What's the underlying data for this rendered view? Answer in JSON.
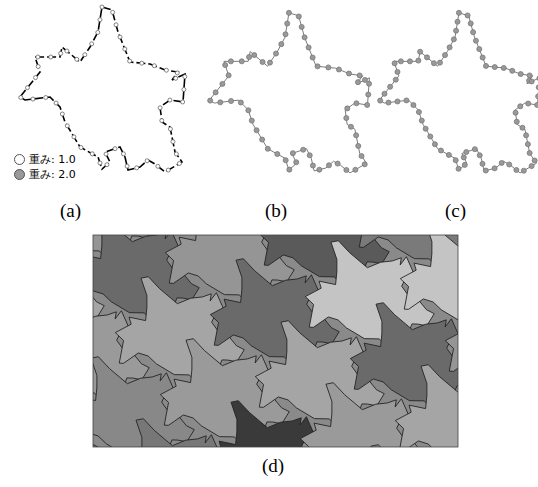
{
  "diagram": {
    "labels": [
      "(a)",
      "(b)",
      "(c)",
      "(d)"
    ],
    "legend": [
      {
        "text": "重み: 1.0",
        "color": "#ffffff"
      },
      {
        "text": "重み: 2.0",
        "color": "#999999"
      }
    ]
  }
}
